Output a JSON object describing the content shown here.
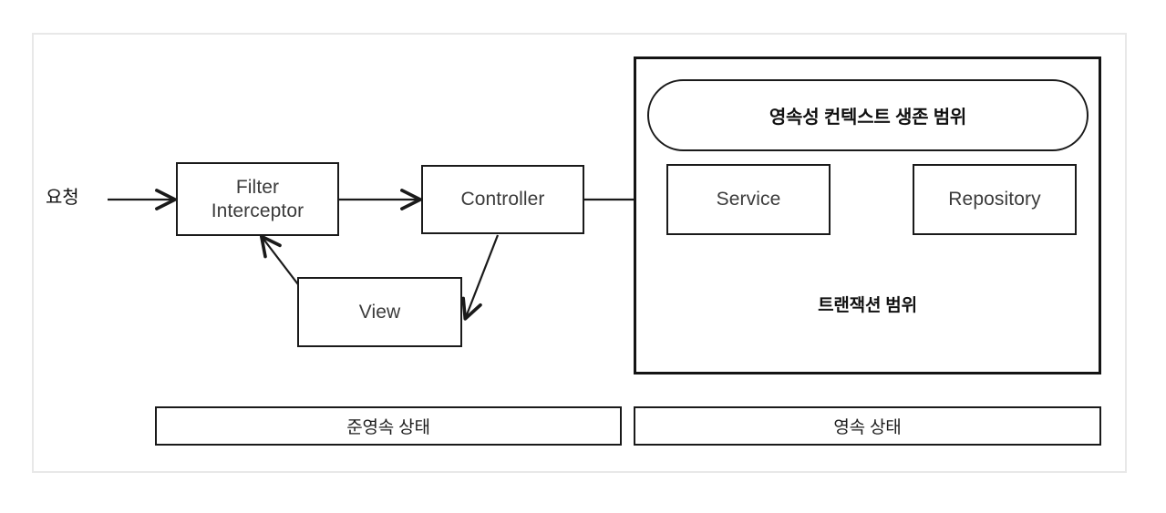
{
  "diagram": {
    "title_present": false,
    "nodes": {
      "request_label": "요청",
      "filter_interceptor_line1": "Filter",
      "filter_interceptor_line2": "Interceptor",
      "controller": "Controller",
      "view": "View",
      "service": "Service",
      "repository": "Repository"
    },
    "scopes": {
      "persistence_context": "영속성 컨텍스트 생존 범위",
      "transaction": "트랜잭션 범위"
    },
    "state_bars": [
      {
        "label": "준영속 상태"
      },
      {
        "label": "영속 상태"
      }
    ],
    "edges": [
      {
        "from": "요청",
        "to": "Filter Interceptor"
      },
      {
        "from": "Filter Interceptor",
        "to": "Controller"
      },
      {
        "from": "Controller",
        "to": "View"
      },
      {
        "from": "View",
        "to": "Filter Interceptor"
      },
      {
        "from": "Controller",
        "to": "Service"
      },
      {
        "from": "Service",
        "to": "Repository"
      }
    ],
    "colors": {
      "stroke": "#1a1a1a",
      "outer_frame": "#e8e8e8",
      "node_text": "#3b3b3b",
      "background": "#ffffff"
    }
  }
}
